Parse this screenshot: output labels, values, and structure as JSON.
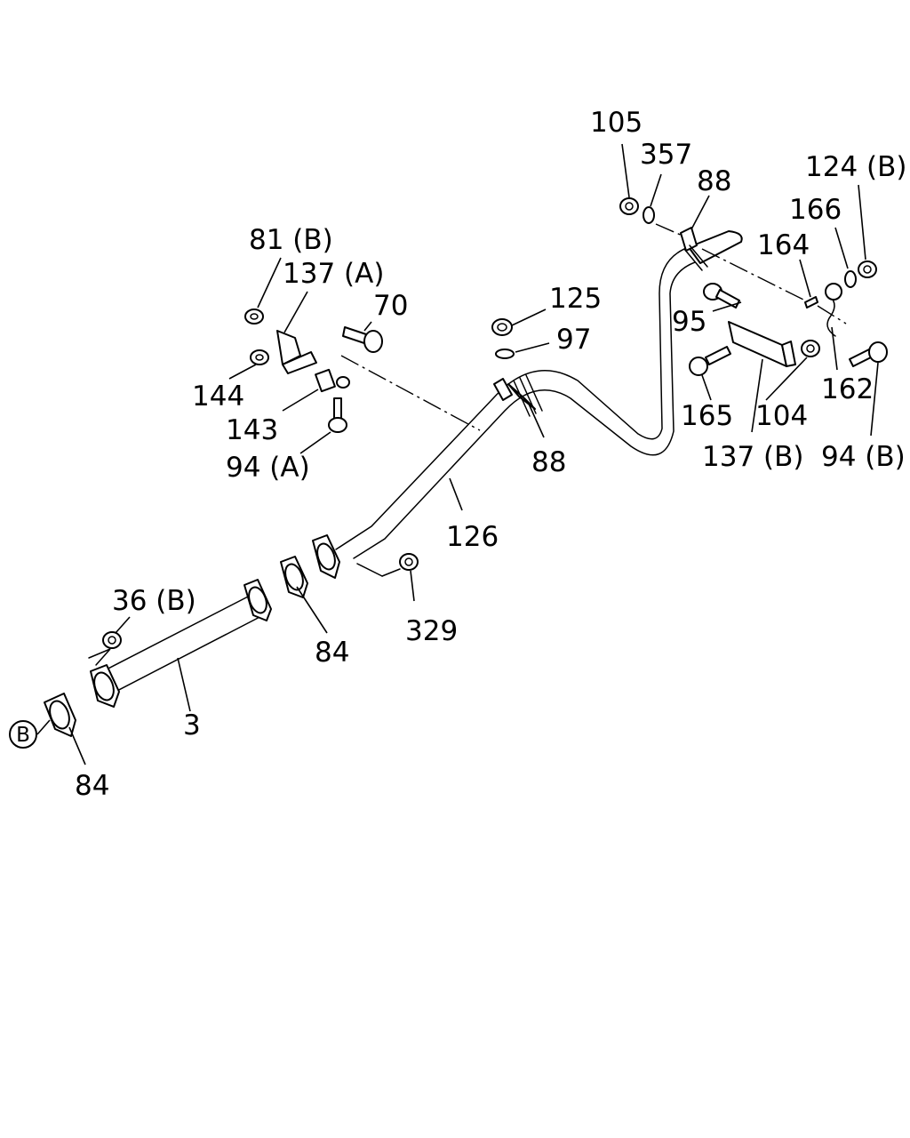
{
  "diagram": {
    "labels": {
      "p105": "105",
      "p357": "357",
      "p88_top": "88",
      "p124b": "124 (B)",
      "p166": "166",
      "p164": "164",
      "p81b": "81 (B)",
      "p137a": "137 (A)",
      "p70": "70",
      "p125": "125",
      "p97": "97",
      "p95": "95",
      "p162": "162",
      "p144": "144",
      "p143": "143",
      "p94a": "94 (A)",
      "p88_mid": "88",
      "p165": "165",
      "p104": "104",
      "p137b": "137 (B)",
      "p94b": "94 (B)",
      "p126": "126",
      "p36b": "36 (B)",
      "p329": "329",
      "p84_mid": "84",
      "p3": "3",
      "p84_bottom": "84",
      "ref_b": "B"
    }
  }
}
